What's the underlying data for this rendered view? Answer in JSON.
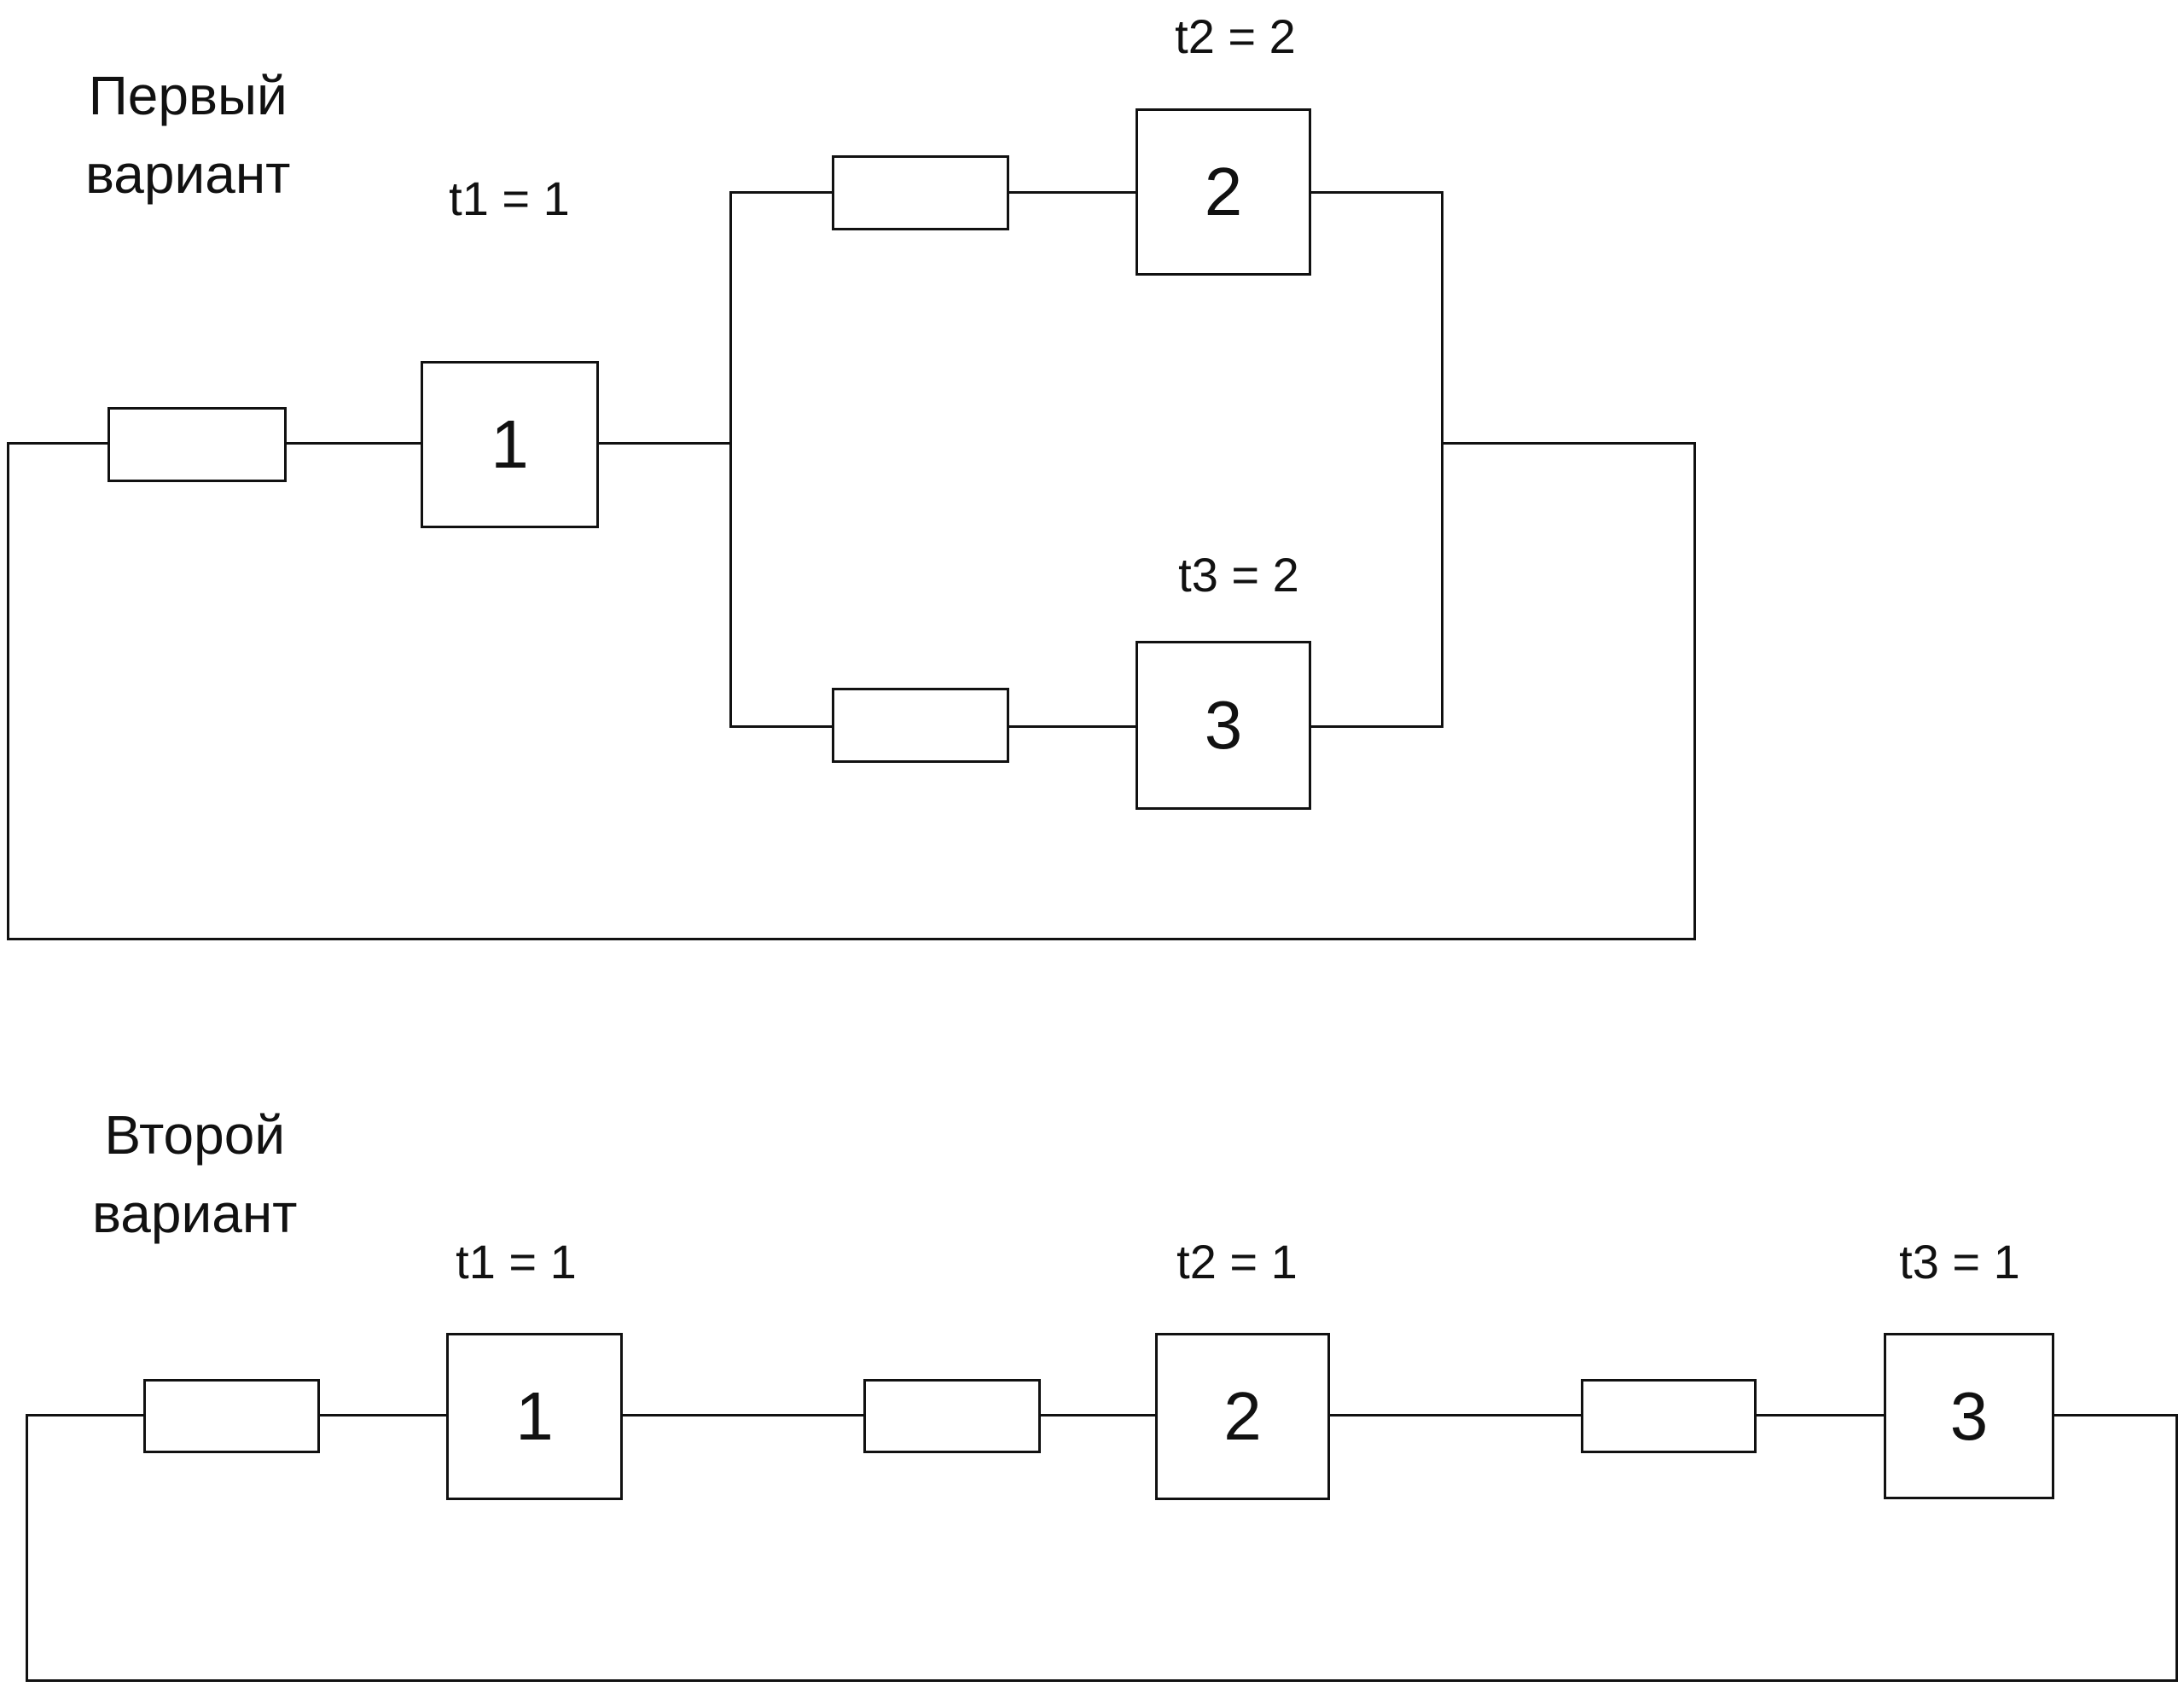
{
  "colors": {
    "line": "#111111",
    "background": "#ffffff"
  },
  "diagrams": [
    {
      "title_line1": "Первый",
      "title_line2": "вариант",
      "structure": "series block 1, then parallel blocks 2 and 3, feedback loop",
      "blocks": [
        {
          "label": "1",
          "t_label": "t1 = 1"
        },
        {
          "label": "2",
          "t_label": "t2 = 2"
        },
        {
          "label": "3",
          "t_label": "t3 = 2"
        }
      ]
    },
    {
      "title_line1": "Второй",
      "title_line2": "вариант",
      "structure": "series blocks 1, 2, 3, feedback loop",
      "blocks": [
        {
          "label": "1",
          "t_label": "t1 = 1"
        },
        {
          "label": "2",
          "t_label": "t2 = 1"
        },
        {
          "label": "3",
          "t_label": "t3 = 1"
        }
      ]
    }
  ]
}
